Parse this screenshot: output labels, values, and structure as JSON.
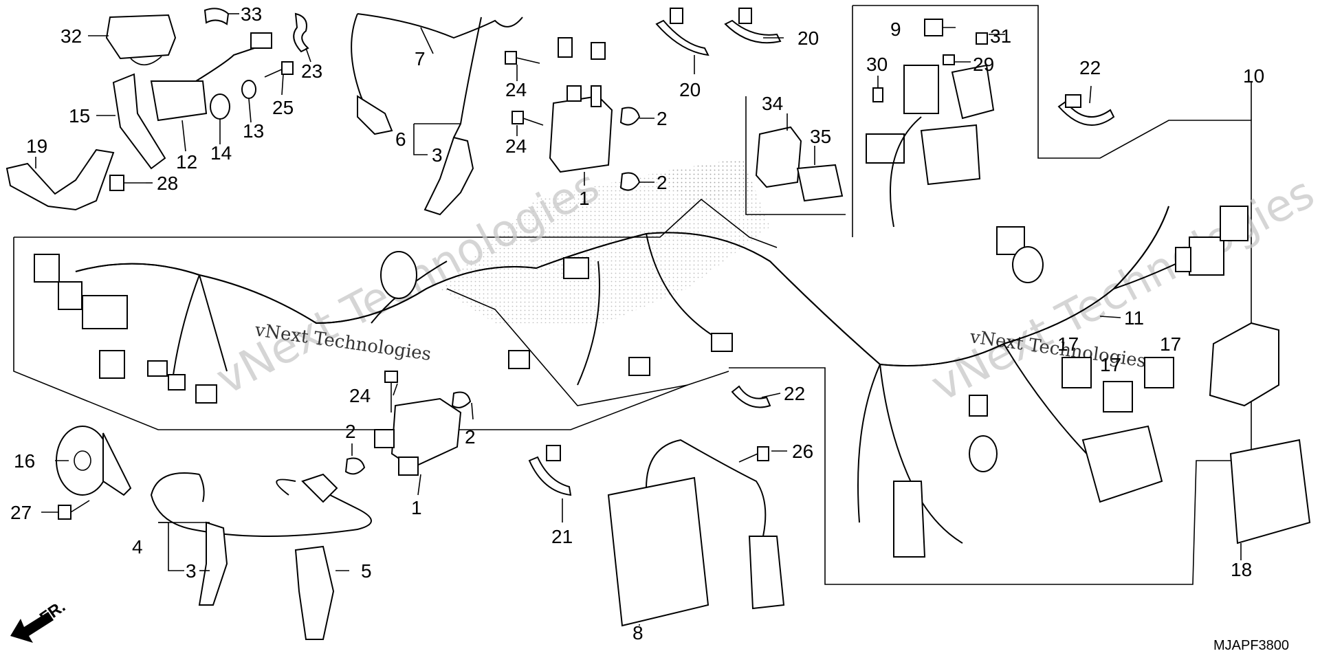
{
  "diagram": {
    "code": "MJAPF3800",
    "direction_label": "FR.",
    "watermark": [
      "vNext Technologies",
      "vNext Technologies"
    ],
    "callouts": [
      {
        "id": "c32",
        "text": "32"
      },
      {
        "id": "c33",
        "text": "33"
      },
      {
        "id": "c7",
        "text": "7"
      },
      {
        "id": "c20a",
        "text": "20"
      },
      {
        "id": "c20b",
        "text": "20"
      },
      {
        "id": "c9",
        "text": "9"
      },
      {
        "id": "c31",
        "text": "31"
      },
      {
        "id": "c30",
        "text": "30"
      },
      {
        "id": "c29",
        "text": "29"
      },
      {
        "id": "c22a",
        "text": "22"
      },
      {
        "id": "c10",
        "text": "10"
      },
      {
        "id": "c23",
        "text": "23"
      },
      {
        "id": "c25",
        "text": "25"
      },
      {
        "id": "c15",
        "text": "15"
      },
      {
        "id": "c13",
        "text": "13"
      },
      {
        "id": "c14",
        "text": "14"
      },
      {
        "id": "c12",
        "text": "12"
      },
      {
        "id": "c19",
        "text": "19"
      },
      {
        "id": "c28",
        "text": "28"
      },
      {
        "id": "c24a",
        "text": "24"
      },
      {
        "id": "c6",
        "text": "6"
      },
      {
        "id": "c3a",
        "text": "3"
      },
      {
        "id": "c24b",
        "text": "24"
      },
      {
        "id": "c2a",
        "text": "2"
      },
      {
        "id": "c2b",
        "text": "2"
      },
      {
        "id": "c1a",
        "text": "1"
      },
      {
        "id": "c34",
        "text": "34"
      },
      {
        "id": "c35",
        "text": "35"
      },
      {
        "id": "c11",
        "text": "11"
      },
      {
        "id": "c17a",
        "text": "17"
      },
      {
        "id": "c17b",
        "text": "17"
      },
      {
        "id": "c17c",
        "text": "17"
      },
      {
        "id": "c22b",
        "text": "22"
      },
      {
        "id": "c24c",
        "text": "24"
      },
      {
        "id": "c2c",
        "text": "2"
      },
      {
        "id": "c2d",
        "text": "2"
      },
      {
        "id": "c1b",
        "text": "1"
      },
      {
        "id": "c16",
        "text": "16"
      },
      {
        "id": "c27",
        "text": "27"
      },
      {
        "id": "c4",
        "text": "4"
      },
      {
        "id": "c3b",
        "text": "3"
      },
      {
        "id": "c5",
        "text": "5"
      },
      {
        "id": "c21",
        "text": "21"
      },
      {
        "id": "c26",
        "text": "26"
      },
      {
        "id": "c8",
        "text": "8"
      },
      {
        "id": "c18",
        "text": "18"
      }
    ]
  }
}
